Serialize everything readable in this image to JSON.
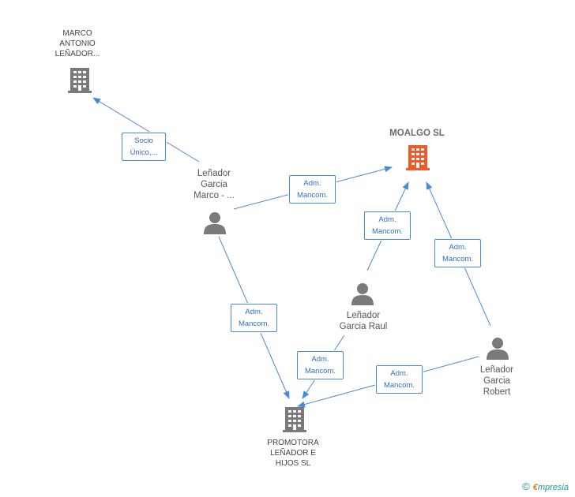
{
  "nodes": {
    "marco_antonio": {
      "label": "MARCO\nANTONIO\nLEÑADOR...",
      "icon": "building-icon",
      "color": "#7a7a7a"
    },
    "moalgo": {
      "label": "MOALGO SL",
      "icon": "building-icon",
      "color": "#f05a28"
    },
    "marco_person": {
      "label": "Leñador\nGarcia\nMarco - ...",
      "icon": "person-icon",
      "color": "#7a7a7a"
    },
    "raul": {
      "label": "Leñador\nGarcia Raul",
      "icon": "person-icon",
      "color": "#7a7a7a"
    },
    "robert": {
      "label": "Leñador\nGarcia\nRobert",
      "icon": "person-icon",
      "color": "#7a7a7a"
    },
    "promotora": {
      "label": "PROMOTORA\nLEÑADOR E\nHIJOS SL",
      "icon": "building-icon",
      "color": "#7a7a7a"
    }
  },
  "edges": [
    {
      "id": "socio",
      "label": "Socio\nÚnico,..."
    },
    {
      "id": "marco_moalgo",
      "label": "Adm.\nMancom."
    },
    {
      "id": "raul_moalgo",
      "label": "Adm.\nMancom."
    },
    {
      "id": "robert_moalgo",
      "label": "Adm.\nMancom."
    },
    {
      "id": "marco_promotora",
      "label": "Adm.\nMancom."
    },
    {
      "id": "raul_promotora",
      "label": "Adm.\nMancom."
    },
    {
      "id": "robert_promotora",
      "label": "Adm.\nMancom."
    }
  ],
  "colors": {
    "edge": "#4a8ad4",
    "icon_gray": "#7a7a7a",
    "icon_main": "#f05a28"
  },
  "footer": {
    "copyright": "©",
    "brand_initial": "€",
    "brand_rest": "mpresia"
  }
}
